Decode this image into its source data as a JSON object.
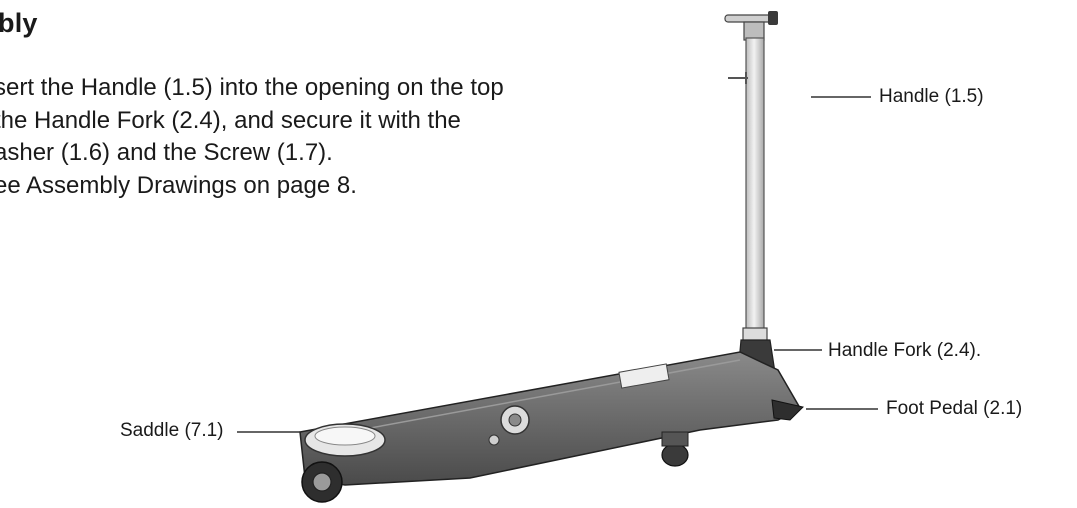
{
  "heading": "bly",
  "instructions": [
    "sert the Handle (1.5) into the opening on the top",
    "the Handle Fork (2.4), and secure it with the",
    "asher (1.6) and the Screw (1.7).",
    "ee Assembly Drawings on page 8."
  ],
  "callouts": {
    "handle": "Handle (1.5)",
    "handle_fork": "Handle Fork (2.4).",
    "foot_pedal": "Foot Pedal (2.1)",
    "saddle": "Saddle (7.1)"
  },
  "colors": {
    "text": "#1a1a1a",
    "jack_body": "#6e6e6e",
    "jack_dark": "#2e2e2e",
    "handle_metal": "#d9d9d9"
  }
}
